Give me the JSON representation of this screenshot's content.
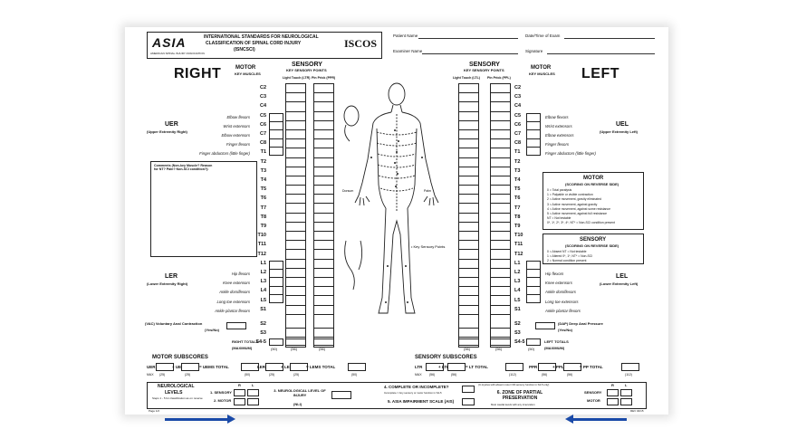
{
  "header": {
    "logo_left": "ASIA",
    "logo_left_sub": "AMERICAN SPINAL INJURY ASSOCIATION",
    "title_line1": "INTERNATIONAL STANDARDS FOR NEUROLOGICAL",
    "title_line2": "CLASSIFICATION OF SPINAL CORD INJURY",
    "title_line3": "(ISNCSCI)",
    "logo_right": "ISCOS",
    "patient_name": "Patient Name",
    "date_time": "Date/Time of Exam",
    "examiner_name": "Examiner Name",
    "signature": "Signature"
  },
  "right": {
    "side_label": "RIGHT",
    "motor_label": "MOTOR",
    "motor_sub": "KEY MUSCLES",
    "uer": "UER",
    "uer_sub": "(Upper Extremity Right)",
    "ler": "LER",
    "ler_sub": "(Lower Extremity Right)",
    "comments": "Comments (Non-key Muscle? Reason for NT? Pain? Non-SCI condition?):",
    "vac": "(VAC) Voluntary Anal Contraction",
    "vac_sub": "(Yes/No)",
    "totals": "RIGHT TOTALS",
    "totals_sub": "(MAXIMUM)",
    "max": [
      "(50)",
      "(56)",
      "(56)"
    ]
  },
  "left": {
    "side_label": "LEFT",
    "motor_label": "MOTOR",
    "motor_sub": "KEY MUSCLES",
    "uel": "UEL",
    "uel_sub": "(Upper Extremity Left)",
    "lel": "LEL",
    "lel_sub": "(Lower Extremity Left)",
    "dap": "(DAP) Deep Anal Pressure",
    "dap_sub": "(Yes/No)",
    "totals": "LEFT TOTALS",
    "totals_sub": "(MAXIMUM)",
    "max": [
      "(56)",
      "(56)",
      "(50)"
    ]
  },
  "sensory": {
    "title": "SENSORY",
    "sub": "KEY SENSORY POINTS",
    "lt": "Light Touch (LTR)",
    "pp": "Pin Prick (PPR)",
    "lt_l": "Light Touch (LTL)",
    "pp_l": "Pin Prick (PPL)",
    "key_points": "• Key Sensory Points",
    "dorsum": "Dorsum",
    "palm": "Palm"
  },
  "segments": {
    "top": [
      "C2",
      "C3",
      "C4"
    ],
    "upper": [
      "C5",
      "C6",
      "C7",
      "C8",
      "T1"
    ],
    "thoracic": [
      "T2",
      "T3",
      "T4",
      "T5",
      "T6",
      "T7",
      "T8",
      "T9",
      "T10",
      "T11",
      "T12",
      "L1"
    ],
    "lower": [
      "L2",
      "L3",
      "L4",
      "L5",
      "S1"
    ],
    "sacral": [
      "S2",
      "S3",
      "S4-5"
    ]
  },
  "muscles": {
    "upper_right": [
      "Elbow flexors",
      "Wrist extensors",
      "Elbow extensors",
      "Finger flexors",
      "Finger abductors (little finger)"
    ],
    "upper_left": [
      "Elbow flexors",
      "Wrist extensors",
      "Elbow extensors",
      "Finger flexors",
      "Finger abductors (little finger)"
    ],
    "lower_right": [
      "Hip flexors",
      "Knee extensors",
      "Ankle dorsiflexors",
      "Long toe extensors",
      "Ankle plantar flexors"
    ],
    "lower_left": [
      "Hip flexors",
      "Knee extensors",
      "Ankle dorsiflexors",
      "Long toe extensors",
      "Ankle plantar flexors"
    ]
  },
  "motor_legend": {
    "title": "MOTOR",
    "sub": "(SCORING ON REVERSE SIDE)",
    "lines": [
      "0 = Total paralysis",
      "1 = Palpable or visible contraction",
      "2 = Active movement, gravity eliminated",
      "3 = Active movement, against gravity",
      "4 = Active movement, against some resistance",
      "5 = Active movement, against full resistance",
      "NT = Not testable",
      "0*, 1*, 2*, 3*, 4*, NT* = Non-SCI condition present"
    ]
  },
  "sensory_legend": {
    "title": "SENSORY",
    "sub": "(SCORING ON REVERSE SIDE)",
    "lines": [
      "0 = Absent        NT = Not testable",
      "1 = Altered       0*, 1*, NT* = Non-SCI",
      "2 = Normal                condition present"
    ]
  },
  "subscores": {
    "motor_title": "MOTOR SUBSCORES",
    "sensory_title": "SENSORY SUBSCORES",
    "uer": "UER",
    "uel": "+ UEL",
    "uems": "= UEMS TOTAL",
    "ler": "LER",
    "lel": "+ LEL",
    "lems": "= LEMS TOTAL",
    "ltr": "LTR",
    "ltl": "+ LTL",
    "lt_total": "= LT TOTAL",
    "ppr": "PPR",
    "ppl": "+ PPL",
    "pp_total": "= PP TOTAL",
    "max_label": "MAX",
    "max_values": [
      "(25)",
      "(25)",
      "(50)",
      "(25)",
      "(25)",
      "(50)",
      "(56)",
      "(56)",
      "(112)",
      "(56)",
      "(56)",
      "(112)"
    ]
  },
  "classification": {
    "nl_title": "NEUROLOGICAL",
    "nl_title2": "LEVELS",
    "nl_note": "Steps 1 - 5 for classification as on reverse",
    "r": "R",
    "l": "L",
    "sensory": "1. SENSORY",
    "motor": "2. MOTOR",
    "nli": "3. NEUROLOGICAL LEVEL OF INJURY",
    "nli_sub": "(NLI)",
    "complete": "4. COMPLETE OR INCOMPLETE?",
    "complete_note": "Incomplete = Any sensory or motor function in S4-5",
    "ais": "5. ASIA IMPAIRMENT SCALE (AIS)",
    "zpp_note": "(In injuries with absent motor OR sensory function in S4-5 only)",
    "zpp": "6. ZONE OF PARTIAL PRESERVATION",
    "zpp_sub": "Most caudal levels with any innervation",
    "zpp_sensory": "SENSORY",
    "zpp_motor": "MOTOR"
  },
  "footer": {
    "page": "Page 1/2",
    "rev": "REV 04/15"
  },
  "colors": {
    "arrow": "#1a4aa8",
    "ink": "#111111"
  }
}
